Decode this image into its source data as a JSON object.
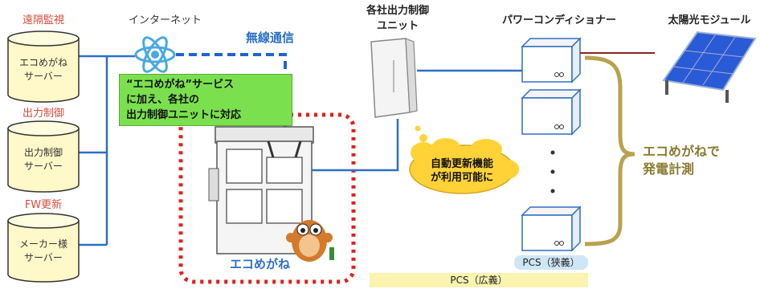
{
  "servers": [
    {
      "category": "遠隔監視",
      "line1": "エコめがね",
      "line2": "サーバー"
    },
    {
      "category": "出力制御",
      "line1": "出力制御",
      "line2": "サーバー"
    },
    {
      "category": "FW更新",
      "line1": "メーカー様",
      "line2": "サーバー"
    }
  ],
  "internet_label": "インターネット",
  "wireless_label": "無線通信",
  "callout_lines": [
    "“エコめがね”サービス",
    "に加え、各社の",
    "出力制御ユニットに対応"
  ],
  "device_label": "エコめがね",
  "unit_title_lines": [
    "各社出力制御",
    "ユニット"
  ],
  "bubble_lines": [
    "自動更新機能",
    "が利用可能に"
  ],
  "pcs_header": "パワーコンディショナー",
  "solar_header": "太陽光モジュール",
  "measure_lines": [
    "エコめがねで",
    "発電計測"
  ],
  "pcs_narrow": "PCS（狭義）",
  "pcs_broad": "PCS（広義）"
}
